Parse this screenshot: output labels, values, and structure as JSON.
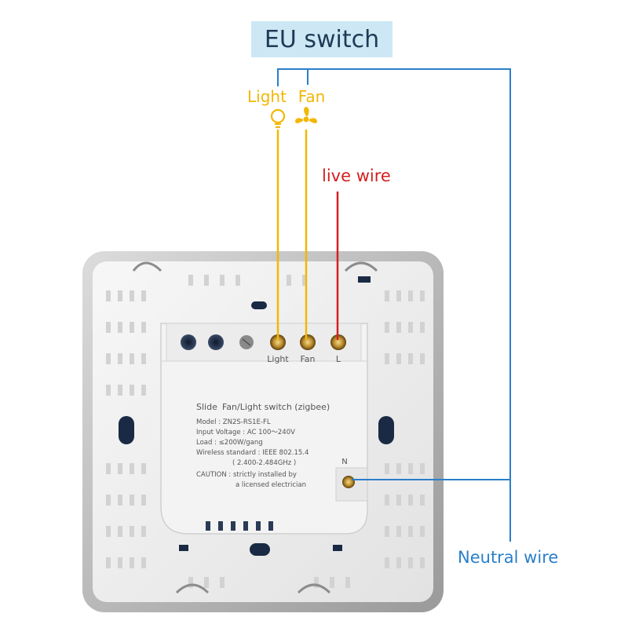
{
  "title": "EU switch",
  "loads": {
    "light": "Light",
    "fan": "Fan"
  },
  "wires": {
    "live": "live wire",
    "neutral": "Neutral wire"
  },
  "terminals": {
    "light": "Light",
    "fan": "Fan",
    "live": "L",
    "neutral": "N"
  },
  "module_label": {
    "brand": "Slide",
    "product": "Fan/Light switch (zigbee)",
    "model": "Model : ZN2S-RS1E-FL",
    "input_voltage": "Input Voltage : AC 100～240V",
    "load": "Load : ≤200W/gang",
    "wireless": "Wireless standard : IEEE 802.15.4",
    "frequency": "( 2.400-2.484GHz )",
    "caution_1": "CAUTION : strictly installed by",
    "caution_2": "a licensed electrician"
  },
  "colors": {
    "title_bg": "#cde8f4",
    "title_text": "#1f3a56",
    "load_wire": "#f2b705",
    "live_wire": "#d42020",
    "neutral_wire": "#2a7fc9",
    "neutral_text": "#2a7fc9"
  },
  "icons": [
    "lightbulb-icon",
    "fan-icon"
  ]
}
